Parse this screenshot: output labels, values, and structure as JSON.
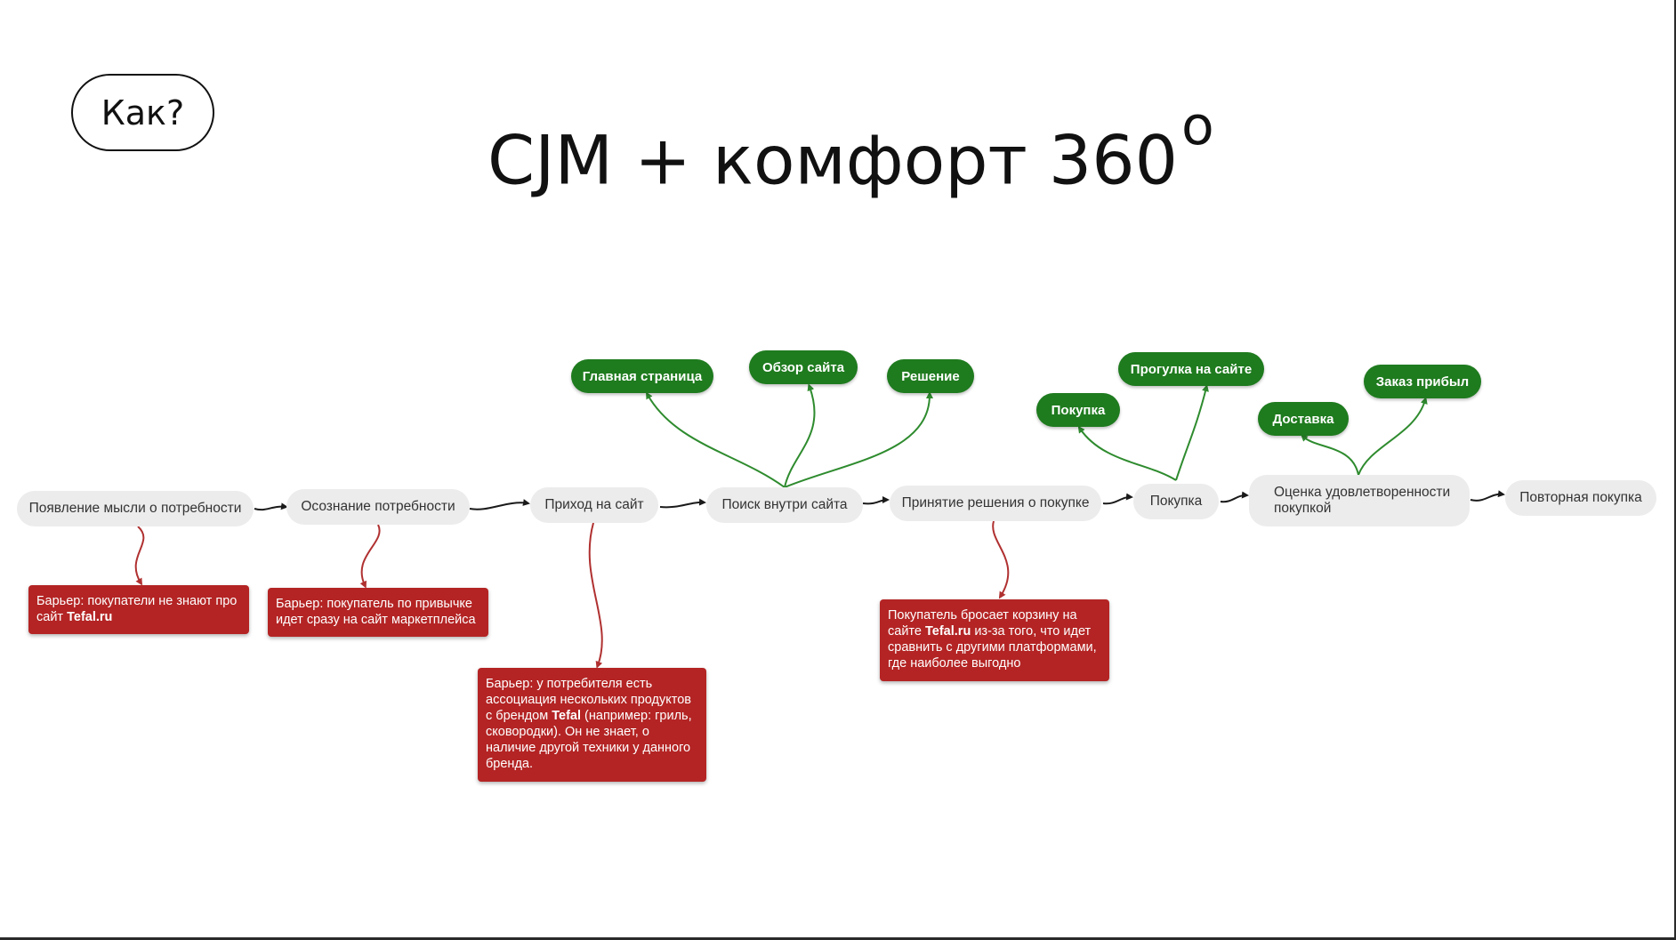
{
  "slide": {
    "badge": "Как?",
    "title": "CJM + комфорт 360",
    "title_super": "o"
  },
  "colors": {
    "background": "#ffffff",
    "step_fill": "#ececec",
    "touchpoint_fill": "#1e7b1e",
    "barrier_fill": "#b42424",
    "touchpoint_link": "#2e8b2e",
    "barrier_link": "#b03030",
    "flow_arrow": "#1a1a1a"
  },
  "journey": {
    "steps": [
      "Появление мысли о потребности",
      "Осознание потребности",
      "Приход на сайт",
      "Поиск внутри сайта",
      "Принятие решения о покупке",
      "Покупка",
      "Оценка удовлетворенности покупкой",
      "Повторная покупка"
    ],
    "touchpoints": [
      "Главная страница",
      "Обзор сайта",
      "Решение",
      "Покупка",
      "Прогулка на сайте",
      "Доставка",
      "Заказ прибыл"
    ],
    "barriers": [
      {
        "before": "Барьер: покупатели не знают про сайт ",
        "bold": "Tefal.ru",
        "after": ""
      },
      {
        "before": "Барьер: покупатель по привычке идет сразу на сайт маркетплейса",
        "bold": "",
        "after": ""
      },
      {
        "before": "Барьер: у потребителя есть ассоциация нескольких продуктов с брендом ",
        "bold": "Tefal",
        "after": " (например: гриль, сковородки). Он не знает, о наличие другой техники у данного бренда."
      },
      {
        "before": "Покупатель бросает корзину на сайте ",
        "bold": "Tefal.ru",
        "after": " из-за того, что идет сравнить с другими платформами, где наиболее выгодно"
      }
    ]
  }
}
